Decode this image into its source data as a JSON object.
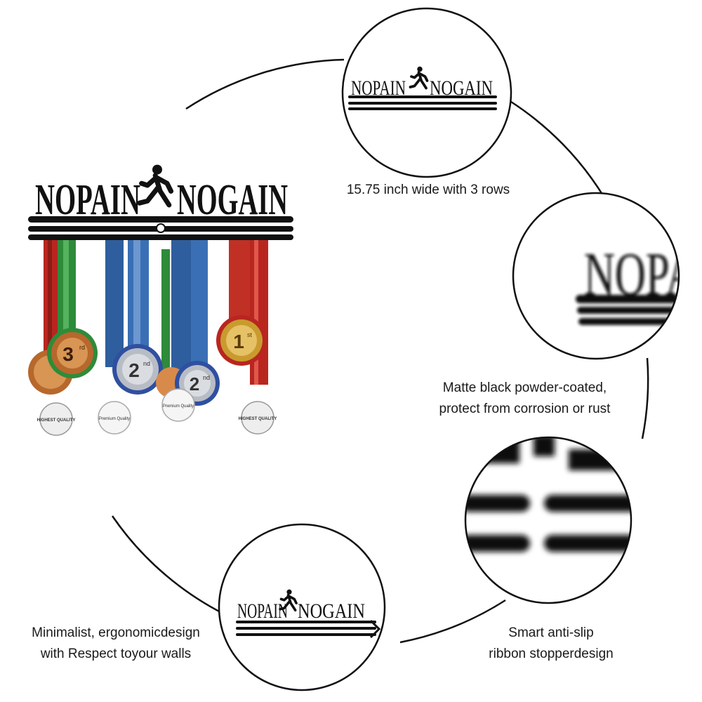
{
  "product": {
    "sign_left": "NOPAIN",
    "sign_right": "NOGAIN",
    "zoom_text": "NOPA",
    "runner_icon": "runner-icon",
    "colors": {
      "metal": "#111111",
      "ribbon_green": "#2e8b3a",
      "ribbon_red": "#b8261f",
      "ribbon_blue": "#2f5e9e",
      "gold": "#c99a2e",
      "silver": "#b8bcc4",
      "bronze": "#b7682c"
    }
  },
  "medals": [
    {
      "label": "3",
      "suffix": "rd"
    },
    {
      "label": "2",
      "suffix": "nd"
    },
    {
      "label": "2",
      "suffix": "nd"
    },
    {
      "label": "1",
      "suffix": "st"
    }
  ],
  "tags": [
    "HIGHEST QUALITY",
    "Premium Quality",
    "Premium Quality",
    "HIGHEST QUALITY"
  ],
  "features": [
    {
      "lines": [
        "15.75 inch wide with 3 rows"
      ]
    },
    {
      "lines": [
        "Matte black powder-coated,",
        "protect from corrosion or rust"
      ]
    },
    {
      "lines": [
        "Smart anti-slip",
        "ribbon stopperdesign"
      ]
    },
    {
      "lines": [
        "Minimalist, ergonomicdesign",
        "with Respect toyour walls"
      ]
    }
  ]
}
